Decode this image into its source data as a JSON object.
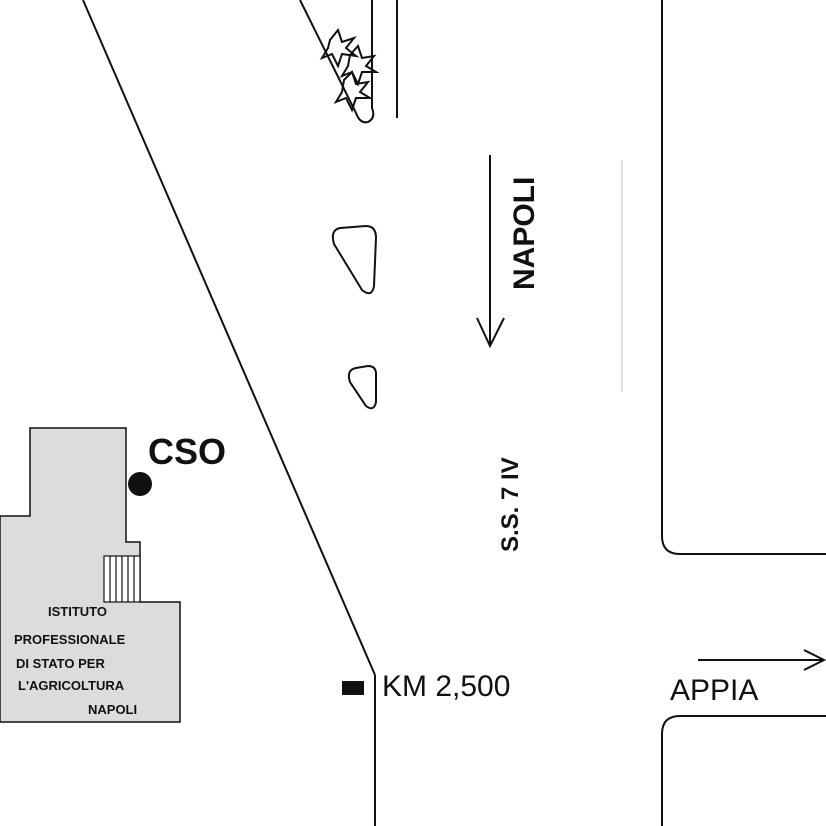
{
  "labels": {
    "direction_napoli": "NAPOLI",
    "road_code": "S.S. 7 IV",
    "station": "CSO",
    "kilometre": "KM 2,500",
    "road_name": "APPIA"
  },
  "building": {
    "line1": "ISTITUTO",
    "line2": "PROFESSIONALE",
    "line3": "DI STATO  PER",
    "line4": "L'AGRICOLTURA",
    "line5": "NAPOLI"
  },
  "colors": {
    "line": "#111111",
    "building_fill": "#dcdcdc",
    "background": "#ffffff"
  }
}
